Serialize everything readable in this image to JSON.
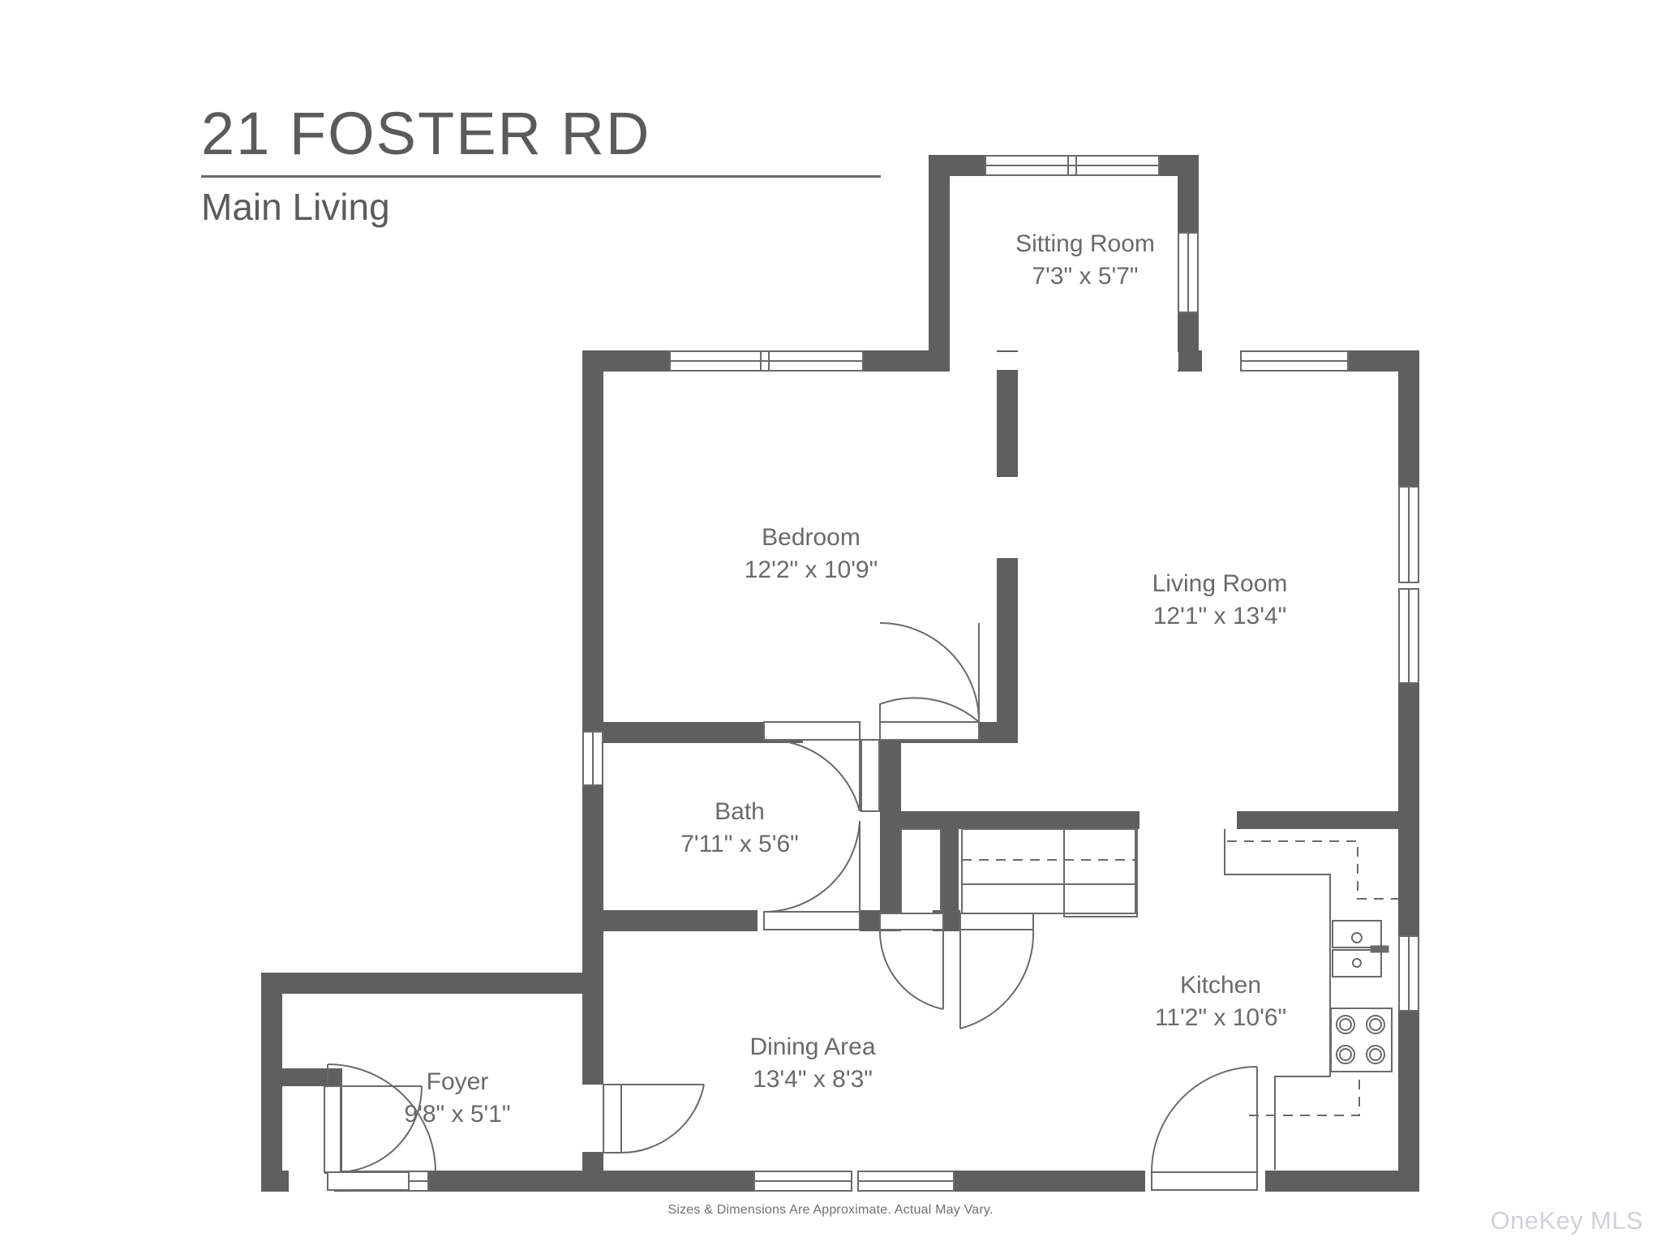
{
  "header": {
    "title": "21 FOSTER RD",
    "subtitle": "Main Living"
  },
  "footer": {
    "disclaimer": "Sizes & Dimensions Are Approximate. Actual May Vary.",
    "watermark": "OneKey MLS"
  },
  "colors": {
    "wall": "#5f5f5f",
    "text": "#6a6a6a",
    "fixture_line": "#6a6a6a",
    "watermark": "#cfd2d6",
    "background": "#ffffff"
  },
  "rooms": [
    {
      "id": "sitting-room",
      "name": "Sitting Room",
      "dimensions": "7'3\" x 5'7\""
    },
    {
      "id": "bedroom",
      "name": "Bedroom",
      "dimensions": "12'2\" x 10'9\""
    },
    {
      "id": "living-room",
      "name": "Living Room",
      "dimensions": "12'1\" x 13'4\""
    },
    {
      "id": "bath",
      "name": "Bath",
      "dimensions": "7'11\" x 5'6\""
    },
    {
      "id": "kitchen",
      "name": "Kitchen",
      "dimensions": "11'2\" x 10'6\""
    },
    {
      "id": "dining-area",
      "name": "Dining Area",
      "dimensions": "13'4\" x 8'3\""
    },
    {
      "id": "foyer",
      "name": "Foyer",
      "dimensions": "9'8\" x 5'1\""
    }
  ]
}
